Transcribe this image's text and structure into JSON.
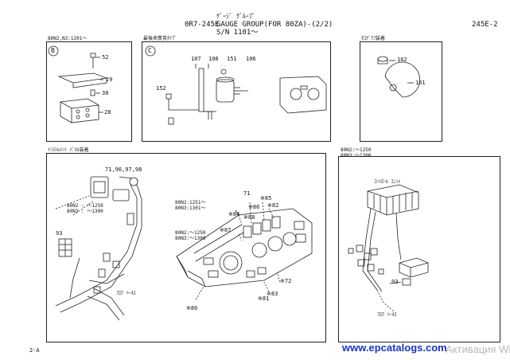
{
  "header": {
    "code": "0R7-245E",
    "title_jp": "ｹﾞｰｼﾞ ｸﾞﾙｰﾌﾟ",
    "title_en": "GAUGE GROUP(FOR 80ZA)-(2/2)",
    "serial": "S/N 1101～",
    "page_ref": "245E-2"
  },
  "panels": {
    "top_left": {
      "caption": "80N2,N3:1201～",
      "letter": "B",
      "callouts": [
        "52",
        "29",
        "30",
        "28"
      ]
    },
    "top_middle": {
      "caption": "最後来賓英ﾀｲﾌﾟ",
      "letter": "C",
      "callouts": [
        "107",
        "108",
        "151",
        "106",
        "152"
      ]
    },
    "top_right": {
      "caption": "ﾀｺｸﾞﾗﾌ装着",
      "callouts": [
        "162",
        "161"
      ]
    },
    "bottom_left": {
      "caption": "ｲﾝｽﾄﾙﾒﾝﾄ ﾊﾟﾈﾙ装着",
      "callouts": {
        "top": "71,96,97,98",
        "range_a": "80N2 : ～1250",
        "range_b": "80N3 : ～1300",
        "part": "93",
        "harness": "ﾌﾛｱ ﾊｰﾈｽ"
      }
    },
    "bottom_center": {
      "ranges_upper": [
        "80N2:1251～",
        "80N3:1301～"
      ],
      "ranges_lower": [
        "80N2:～1250",
        "80N3:～1300"
      ],
      "callouts": [
        "71",
        "※85",
        "※82",
        "※86",
        "※84",
        "※87",
        "※88",
        "※72",
        "※83",
        "※81",
        "※86"
      ]
    },
    "bottom_right": {
      "ranges": [
        "80N2:～1250",
        "80N3:～1300"
      ],
      "unit_label": "ｺﾝﾄﾛｰﾙ ﾕﾆｯﾄ",
      "part": "93",
      "harness": "ﾌﾛｱ ﾊｰﾈｽ"
    }
  },
  "footer": {
    "page": "2-A",
    "watermark_site": "www.epcatalogs.com",
    "watermark_text": "Активация Win"
  }
}
